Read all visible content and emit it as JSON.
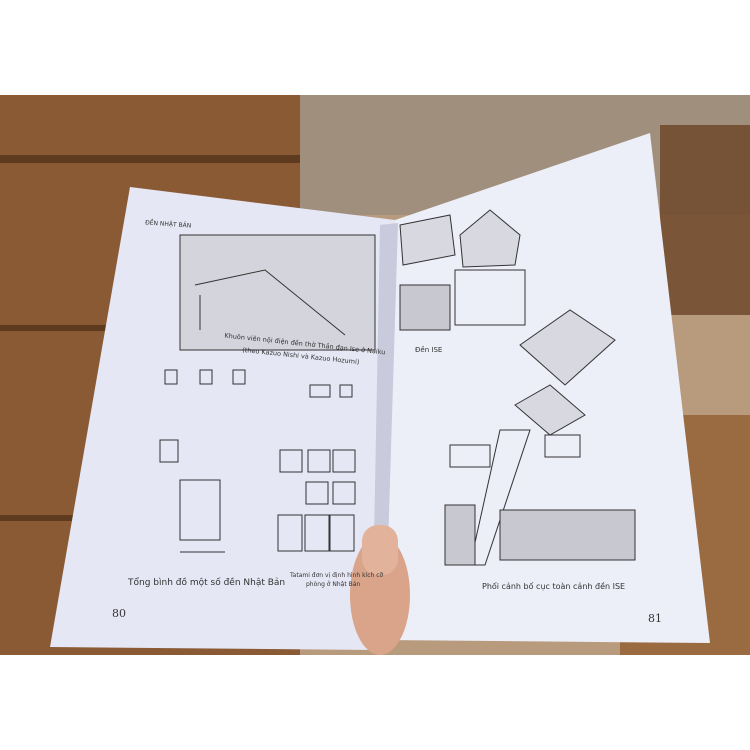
{
  "book": {
    "left_page": {
      "running_header": "ĐỀN NHẬT BẢN",
      "caption_top_line1": "Khuôn viên nội điện đền thờ Thần đạo Ise ở Naiku",
      "caption_top_line2": "(theo Kazuo Nishi và Kazuo Hozumi)",
      "caption_plans": "Tổng bình đồ một số đền Nhật Bản",
      "caption_tatami_line1": "Tatami đơn vị định hình kích cỡ",
      "caption_tatami_line2": "phòng ở Nhật Bản",
      "page_number": "80"
    },
    "right_page": {
      "caption_ise": "Đền ISE",
      "caption_perspective": "Phối cảnh bố cục toàn cảnh đền ISE",
      "page_number": "81"
    }
  },
  "colors": {
    "paper": "#e9eaf6",
    "wood": "#8a5a34",
    "background": "#ffffff"
  }
}
